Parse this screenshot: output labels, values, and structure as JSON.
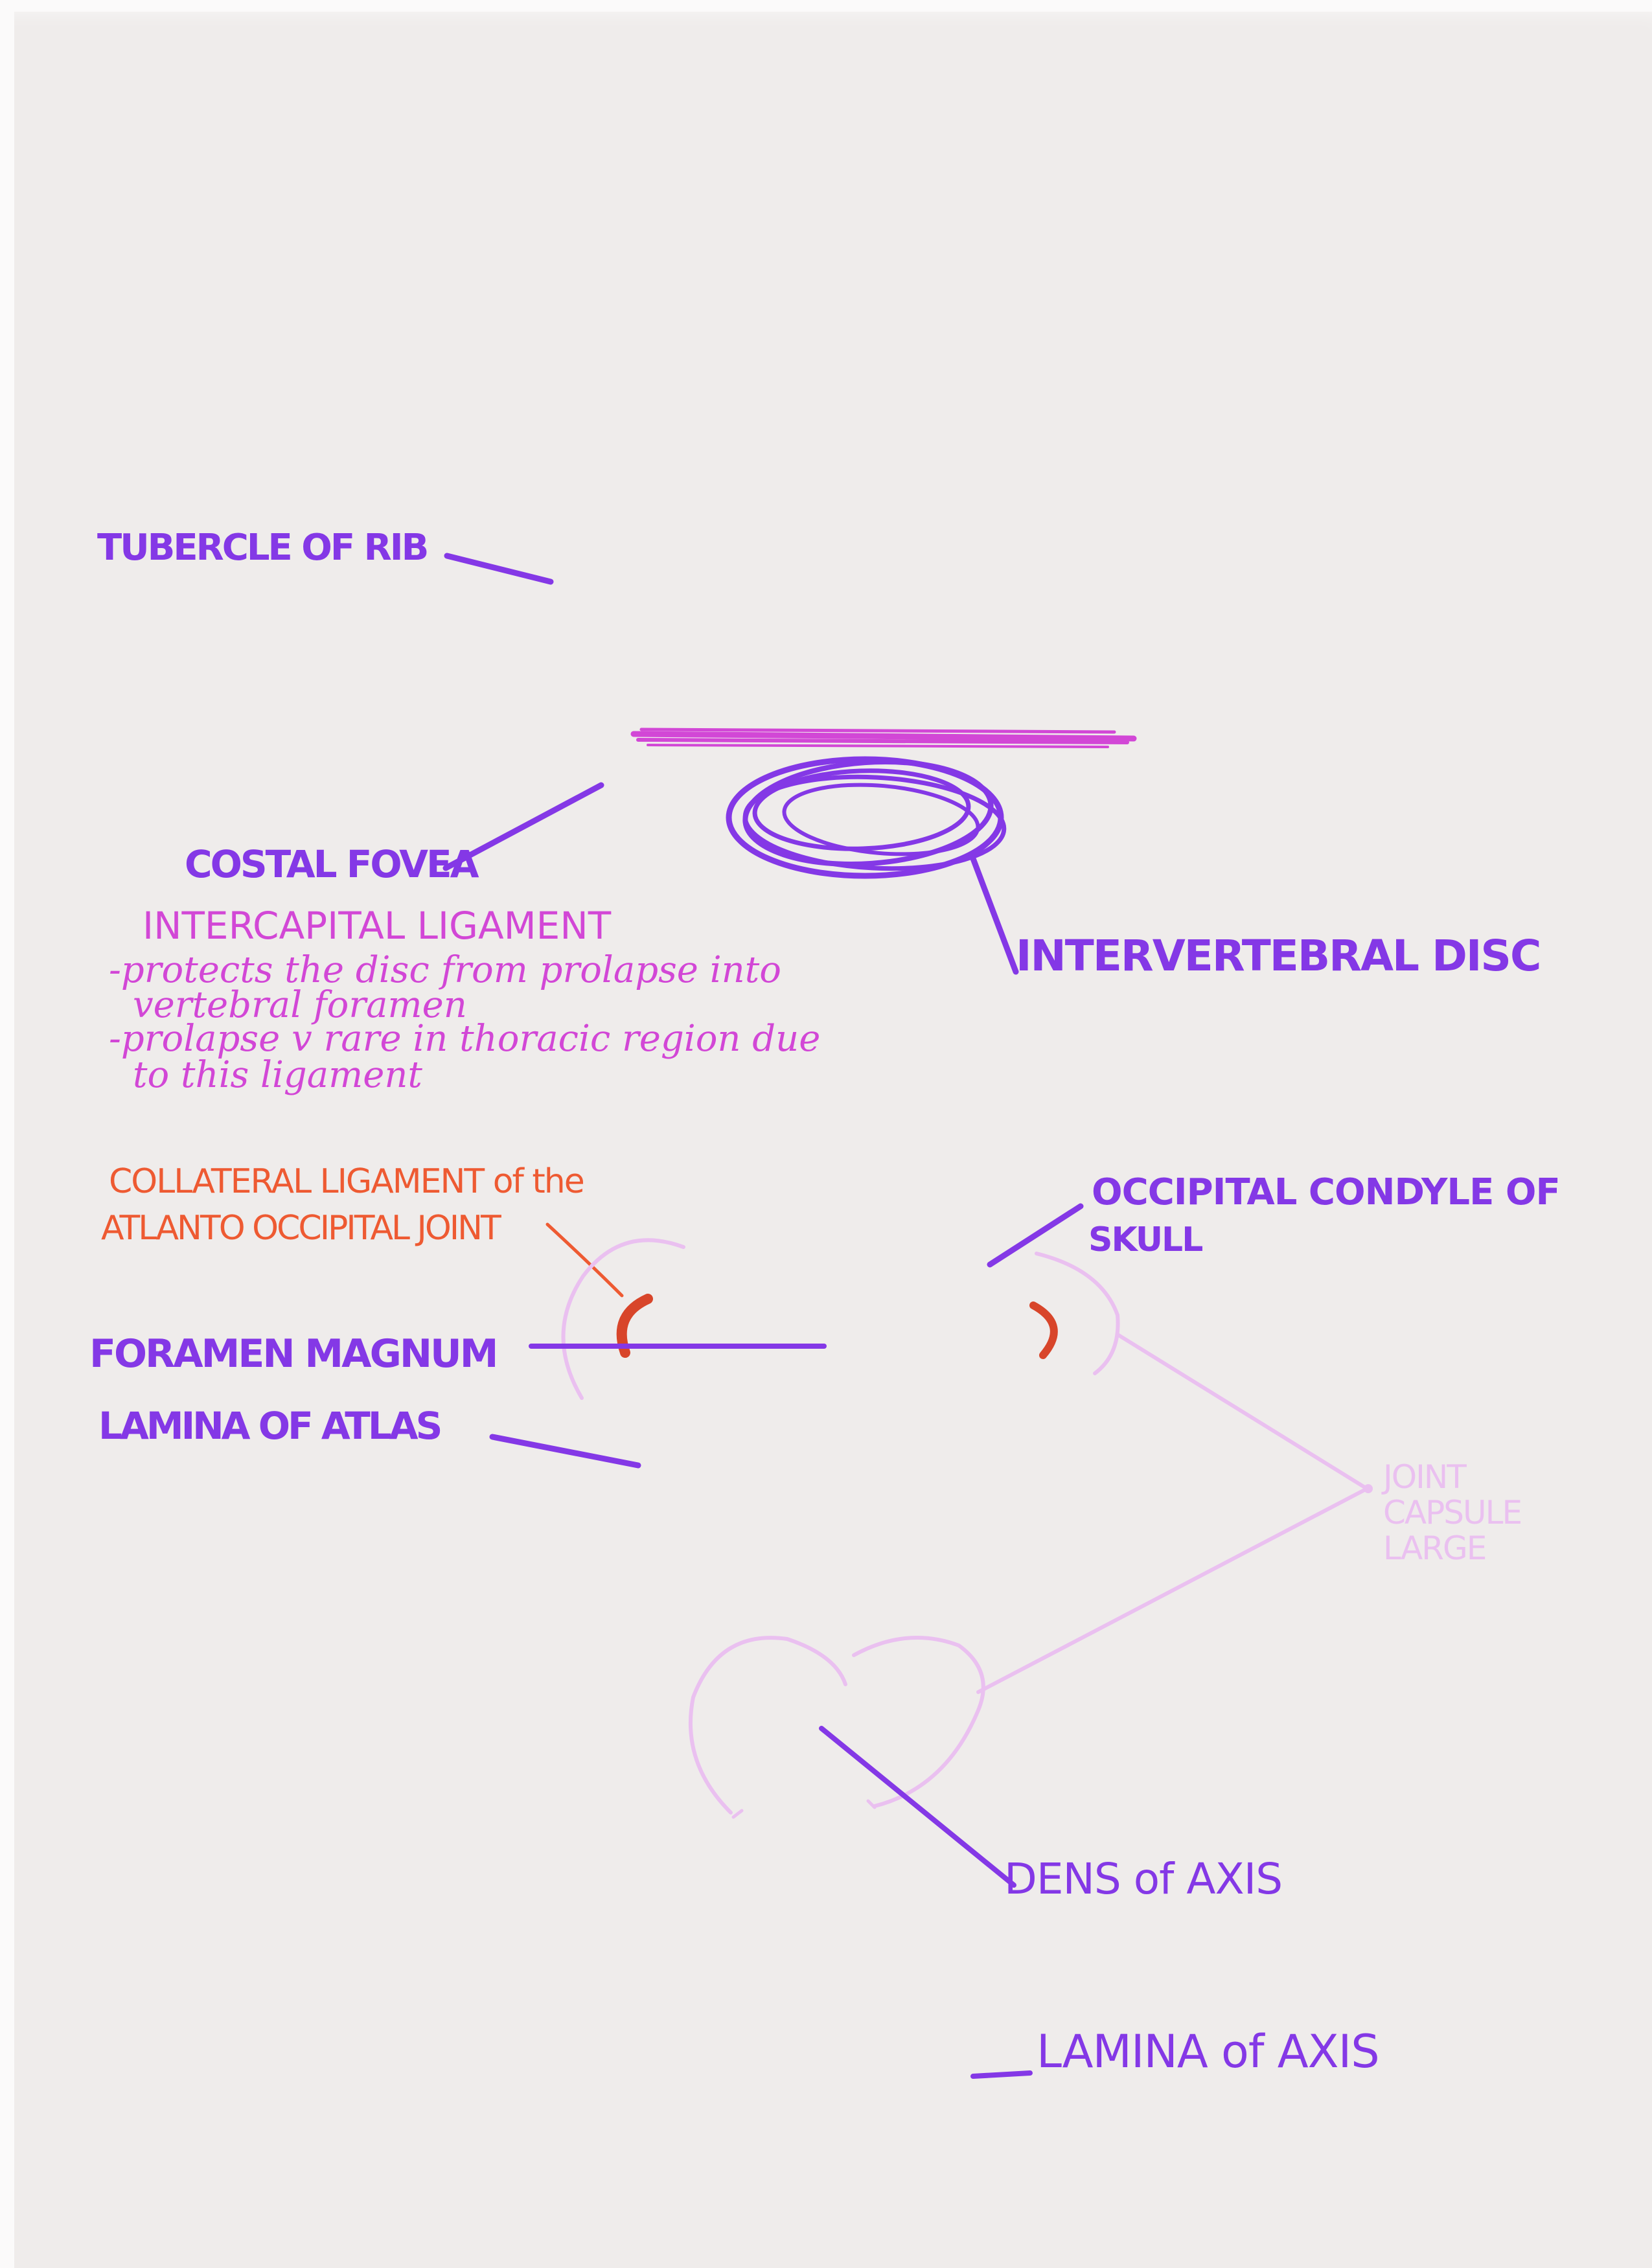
{
  "labels": {
    "tubercle_of_rib": "TUBERCLE OF RIB",
    "costal_fovea": "COSTAL FOVEA",
    "intervertebral_disc": "INTERVERTEBRAL DISC",
    "intercapital_ligament": "INTERCAPITAL LIGAMENT",
    "note_line_1": "-protects the disc from prolapse into",
    "note_line_2": "vertebral foramen",
    "note_line_3": "-prolapse v rare in thoracic region due",
    "note_line_4": "to this ligament",
    "collateral_ligament_line_1": "COLLATERAL LIGAMENT of the",
    "collateral_ligament_line_2": "ATLANTO OCCIPITAL JOINT",
    "occipital_condyle_line_1": "OCCIPITAL CONDYLE OF",
    "occipital_condyle_line_2": "SKULL",
    "foramen_magnum": "FORAMEN MAGNUM",
    "lamina_of_atlas": "LAMINA OF ATLAS",
    "joint_capsule_line_1": "JOINT",
    "joint_capsule_line_2": "CAPSULE",
    "joint_capsule_line_3": "LARGE",
    "dens_of_axis": "DENS of AXIS",
    "lamina_of_axis": "LAMINA of AXIS"
  },
  "colors": {
    "purple_ink": "#8438e6",
    "magenta_ink": "#d247d6",
    "orange_ink": "#ee5a32",
    "red_ink": "#d8452a",
    "pale_pink_ink": "#eac0f0",
    "paper": "#efeceb"
  }
}
